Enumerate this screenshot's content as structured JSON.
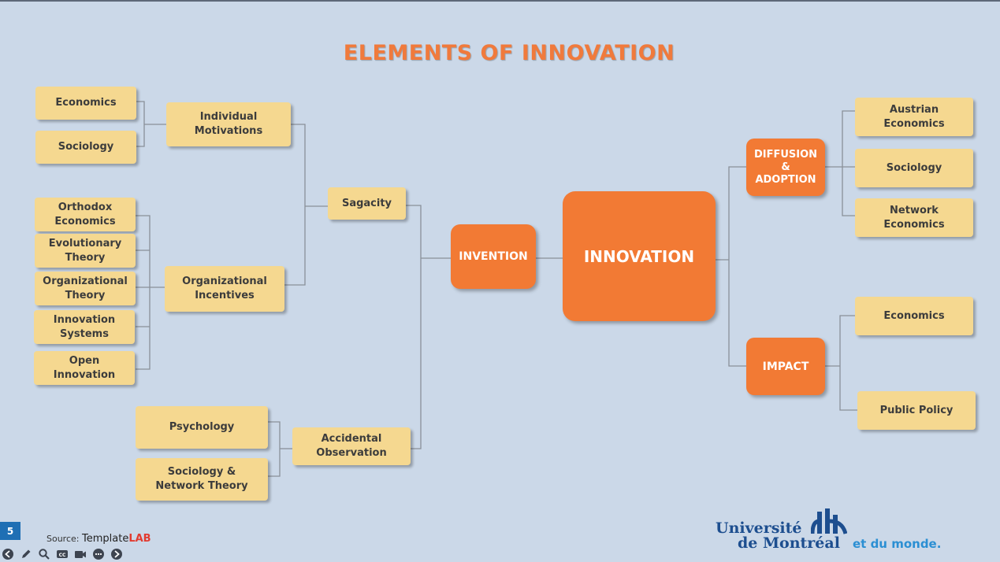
{
  "title": "ELEMENTS OF INNOVATION",
  "nodes": {
    "economics_l": "Economics",
    "sociology_l": "Sociology",
    "individual_motivations": "Individual\nMotivations",
    "orthodox_economics": "Orthodox\nEconomics",
    "evolutionary_theory": "Evolutionary\nTheory",
    "organizational_theory": "Organizational\nTheory",
    "innovation_systems": "Innovation\nSystems",
    "open_innovation": "Open\nInnovation",
    "organizational_incentives": "Organizational\nIncentives",
    "sagacity": "Sagacity",
    "psychology": "Psychology",
    "sociology_network": "Sociology &\nNetwork Theory",
    "accidental_observation": "Accidental\nObservation",
    "invention": "INVENTION",
    "innovation": "INNOVATION",
    "diffusion_adoption": "DIFFUSION\n&\nADOPTION",
    "impact": "IMPACT",
    "austrian_economics": "Austrian\nEconomics",
    "sociology_r": "Sociology",
    "network_economics": "Network\nEconomics",
    "economics_r": "Economics",
    "public_policy": "Public Policy"
  },
  "footer": {
    "slide_number": "5",
    "source_label": "Source:",
    "source_brand_a": "Template",
    "source_brand_b": "LAB",
    "logo_line1": "Université",
    "logo_line2": "de Montréal",
    "logo_line3": "et du monde."
  },
  "colors": {
    "background": "#cbd8e8",
    "leaf_box": "#f5d890",
    "core_box": "#f27a34",
    "title": "#f07a3c",
    "connector": "#8a9099"
  },
  "toolbar_icons": [
    "back-arrow-icon",
    "pen-icon",
    "search-icon",
    "captions-icon",
    "camera-icon",
    "more-icon",
    "forward-arrow-icon"
  ]
}
